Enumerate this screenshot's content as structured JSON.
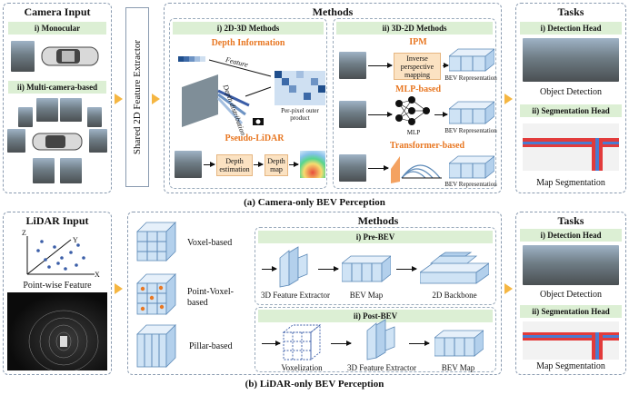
{
  "camera": {
    "input_title": "Camera Input",
    "monocular": "i) Monocular",
    "multi": "ii) Multi-camera-based",
    "extractor": "Shared 2D Feature Extractor",
    "methods_title": "Methods",
    "m2d3d": "i) 2D-3D Methods",
    "depth_info": "Depth Information",
    "feature": "Feature",
    "depth_dist": "Depth distribution",
    "outer": "Per-pixel outer product",
    "pseudo": "Pseudo-LiDAR",
    "depth_est": "Depth estimation",
    "depth_map": "Depth map",
    "m3d2d": "ii) 3D-2D Methods",
    "ipm": "IPM",
    "ipm_box": "Inverse perspective mapping",
    "bev_rep1": "BEV Representation",
    "mlp_based": "MLP-based",
    "mlp": "MLP",
    "bev_rep2": "BEV Representation",
    "transformer": "Transformer-based",
    "bev_rep3": "BEV Representation",
    "tasks_title": "Tasks",
    "det_head": "i) Detection Head",
    "obj_det": "Object Detection",
    "seg_head": "ii) Segmentation Head",
    "map_seg": "Map Segmentation",
    "caption": "(a) Camera-only BEV Perception"
  },
  "lidar": {
    "input_title": "LiDAR Input",
    "axis_z": "Z",
    "axis_y": "Y",
    "axis_x": "X",
    "pointwise": "Point-wise Feature",
    "voxel": "Voxel-based",
    "pointvoxel": "Point-Voxel-based",
    "pillar": "Pillar-based",
    "methods_title": "Methods",
    "pre": "i) Pre-BEV",
    "fe3d_1": "3D Feature Extractor",
    "bevmap_1": "BEV Map",
    "backbone": "2D Backbone",
    "post": "ii) Post-BEV",
    "voxelization": "Voxelization",
    "fe3d_2": "3D Feature Extractor",
    "bevmap_2": "BEV Map",
    "tasks_title": "Tasks",
    "det_head": "i) Detection Head",
    "obj_det": "Object Detection",
    "seg_head": "ii) Segmentation Head",
    "map_seg": "Map Segmentation",
    "caption": "(b)  LiDAR-only BEV Perception"
  },
  "colors": {
    "accent_orange": "#e87722",
    "arrow": "#f5b642",
    "cube": "#cfe3f5",
    "header_green": "#dcefd4"
  }
}
